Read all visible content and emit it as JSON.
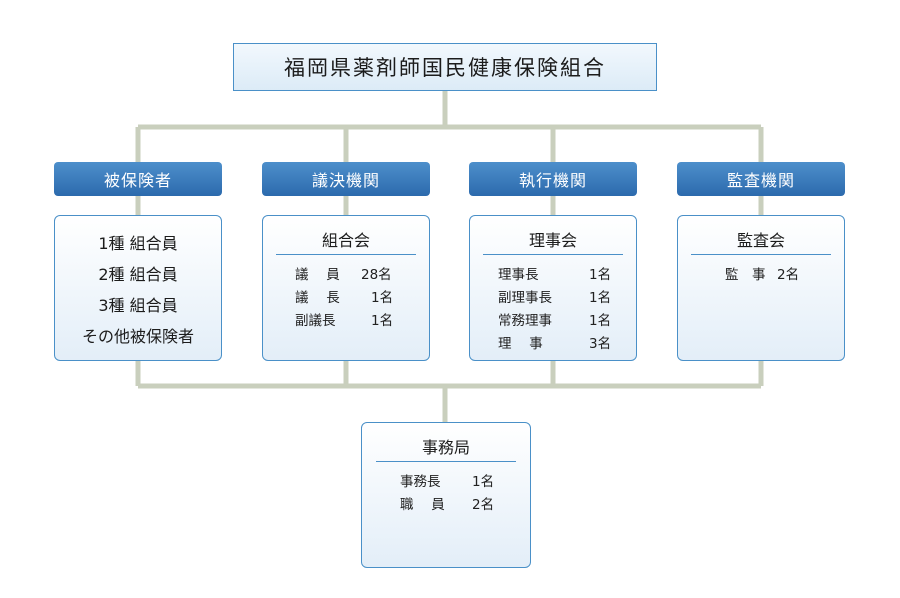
{
  "root": {
    "title": "福岡県薬剤師国民健康保険組合"
  },
  "categories": [
    {
      "label": "被保険者"
    },
    {
      "label": "議決機関"
    },
    {
      "label": "執行機関"
    },
    {
      "label": "監査機関"
    }
  ],
  "insured_box": {
    "items": [
      "1種 組合員",
      "2種 組合員",
      "3種 組合員",
      "その他被保険者"
    ]
  },
  "assembly_box": {
    "title": "組合会",
    "rows": [
      {
        "role": "議　 員",
        "count": "28名"
      },
      {
        "role": "議　 長",
        "count": "1名"
      },
      {
        "role": "副議長",
        "count": "1名"
      }
    ]
  },
  "board_box": {
    "title": "理事会",
    "rows": [
      {
        "role": "理事長",
        "count": "1名"
      },
      {
        "role": "副理事長",
        "count": "1名"
      },
      {
        "role": "常務理事",
        "count": "1名"
      },
      {
        "role": "理　 事",
        "count": "3名"
      }
    ]
  },
  "audit_box": {
    "title": "監査会",
    "rows": [
      {
        "role": "監　事",
        "count": "2名"
      }
    ]
  },
  "secretariat_box": {
    "title": "事務局",
    "rows": [
      {
        "role": "事務長",
        "count": "1名"
      },
      {
        "role": "職　 員",
        "count": "2名"
      }
    ]
  },
  "colors": {
    "connector": "#c9cfbd",
    "border": "#4a90c8",
    "header_bg": "#2c6aad"
  }
}
